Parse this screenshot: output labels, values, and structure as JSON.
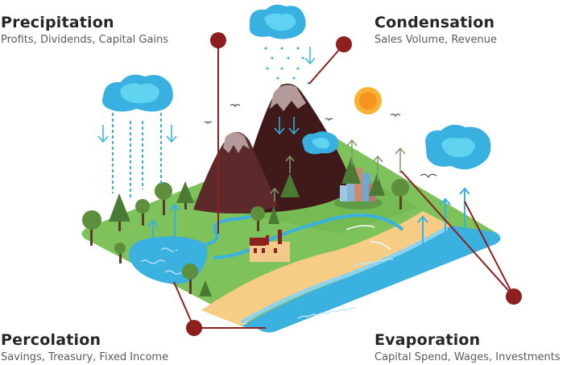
{
  "labels": {
    "precipitation": {
      "title": "Precipitation",
      "subtitle": "Profits, Dividends, Capital Gains"
    },
    "condensation": {
      "title": "Condensation",
      "subtitle": "Sales Volume, Revenue"
    },
    "percolation": {
      "title": "Percolation",
      "subtitle": "Savings, Treasury, Fixed Income"
    },
    "evaporation": {
      "title": "Evaporation",
      "subtitle": "Capital Spend, Wages, Investments"
    }
  },
  "colors": {
    "callout": "#8e1f1f",
    "cloud": "#39b1e0",
    "cloud_light": "#5fd3ef",
    "water": "#3ab1df",
    "grass": "#7dc25b",
    "sand": "#f7cd86",
    "mountain_dark": "#401a1a",
    "mountain": "#5c2a2a",
    "snow": "#b49a9b",
    "sun": "#f9b233",
    "tree": "#4a7a33"
  }
}
